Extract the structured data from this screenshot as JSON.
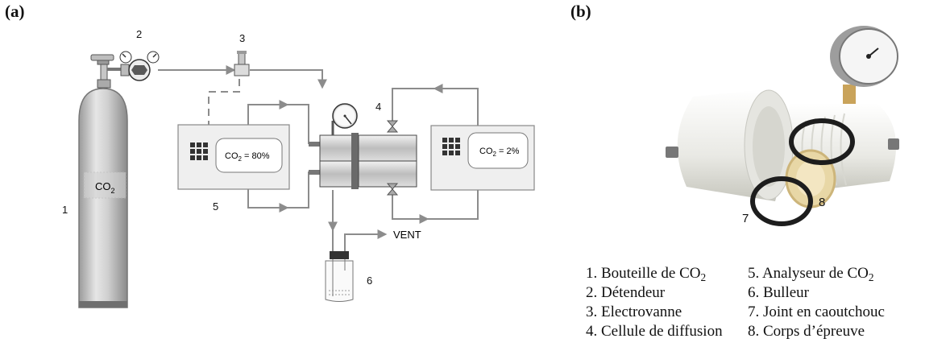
{
  "panels": {
    "a": "(a)",
    "b": "(b)"
  },
  "diagram_a": {
    "bottle_formula": "CO",
    "bottle_formula_sub": "2",
    "callouts": {
      "n1": "1",
      "n2": "2",
      "n3": "3",
      "n4": "4",
      "n5": "5",
      "n6": "6"
    },
    "analyzer_left": {
      "prefix": "CO",
      "sub": "2",
      "value": " = 80%"
    },
    "analyzer_right": {
      "prefix": "CO",
      "sub": "2",
      "value": " = 2%"
    },
    "vent": "VENT"
  },
  "photo_b": {
    "callouts": {
      "n7": "7",
      "n8": "8"
    }
  },
  "legend": {
    "col1": [
      {
        "text": "1. Bouteille de CO",
        "sub": "2"
      },
      {
        "text": "2. Détendeur",
        "sub": ""
      },
      {
        "text": "3. Electrovanne",
        "sub": ""
      },
      {
        "text": "4. Cellule de diffusion",
        "sub": ""
      }
    ],
    "col2": [
      {
        "text": "5. Analyseur de CO",
        "sub": "2"
      },
      {
        "text": "6. Bulleur",
        "sub": ""
      },
      {
        "text": "7. Joint en caoutchouc",
        "sub": ""
      },
      {
        "text": "8. Corps d’épreuve",
        "sub": ""
      }
    ]
  },
  "colors": {
    "line": "#8c8c8c",
    "metal": "#c9c9c9",
    "dark": "#333333"
  }
}
